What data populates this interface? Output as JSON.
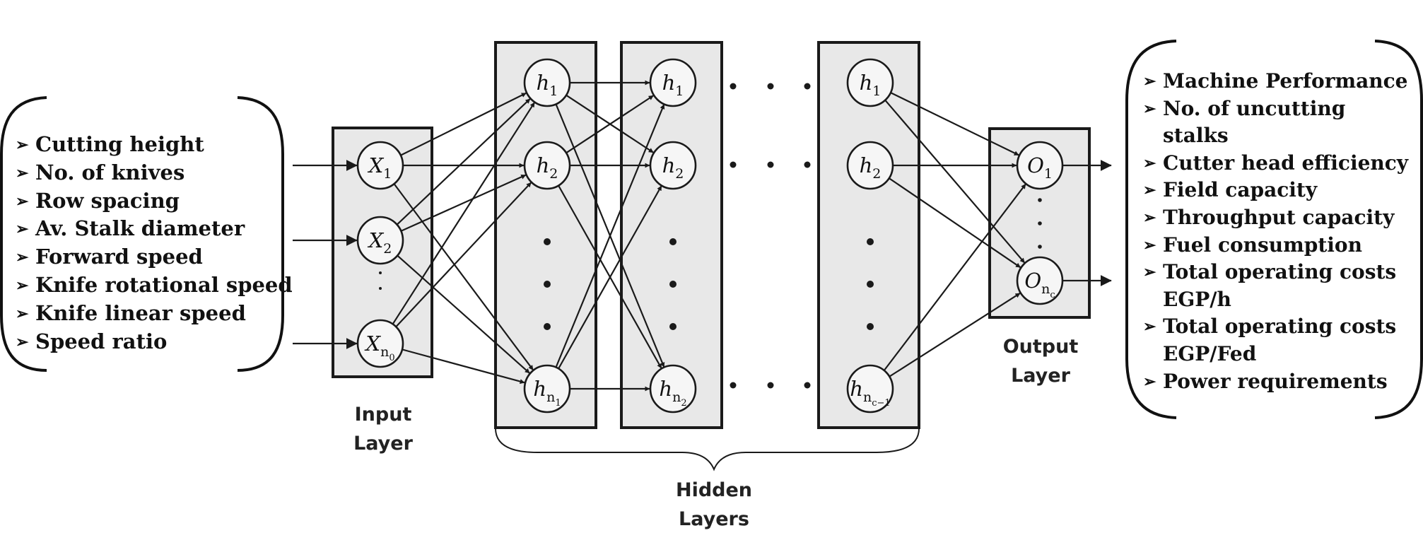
{
  "input_features": [
    "Cutting height",
    "No. of knives",
    "Row spacing",
    "Av. Stalk diameter",
    "Forward speed",
    "Knife rotational speed",
    "Knife linear speed",
    "Speed ratio"
  ],
  "output_targets": [
    {
      "first": "Machine Performance",
      "cont": ""
    },
    {
      "first": "No. of uncutting",
      "cont": "stalks"
    },
    {
      "first": "Cutter head efficiency",
      "cont": ""
    },
    {
      "first": "Field capacity",
      "cont": ""
    },
    {
      "first": "Throughput capacity",
      "cont": ""
    },
    {
      "first": "Fuel consumption",
      "cont": ""
    },
    {
      "first": "Total operating costs",
      "cont": "EGP/h"
    },
    {
      "first": "Total operating costs",
      "cont": "EGP/Fed"
    },
    {
      "first": "Power requirements",
      "cont": ""
    }
  ],
  "captions": {
    "input_line1": "Input",
    "input_line2": "Layer",
    "hidden_line1": "Hidden",
    "hidden_line2": "Layers",
    "output_line1": "Output",
    "output_line2": "Layer"
  },
  "nodes": {
    "input": [
      {
        "base": "X",
        "sub": "1"
      },
      {
        "base": "X",
        "sub": "2"
      },
      {
        "base": "X",
        "sub": "n",
        "subsub": "0"
      }
    ],
    "hidden1": [
      {
        "base": "h",
        "sub": "1"
      },
      {
        "base": "h",
        "sub": "2"
      },
      {
        "base": "h",
        "sub": "n",
        "subsub": "1"
      }
    ],
    "hidden2": [
      {
        "base": "h",
        "sub": "1"
      },
      {
        "base": "h",
        "sub": "2"
      },
      {
        "base": "h",
        "sub": "n",
        "subsub": "2"
      }
    ],
    "hidden_last": [
      {
        "base": "h",
        "sub": "1"
      },
      {
        "base": "h",
        "sub": "2"
      },
      {
        "base": "h",
        "sub": "n",
        "subsub": "c−1"
      }
    ],
    "output": [
      {
        "base": "O",
        "sub": "1"
      },
      {
        "base": "O",
        "sub": "n",
        "subsub": "c"
      }
    ]
  },
  "colors": {
    "layer_fill": "#e8e8e8",
    "stroke": "#1a1a1a",
    "node_fill": "#f6f6f6",
    "text": "#111111"
  }
}
